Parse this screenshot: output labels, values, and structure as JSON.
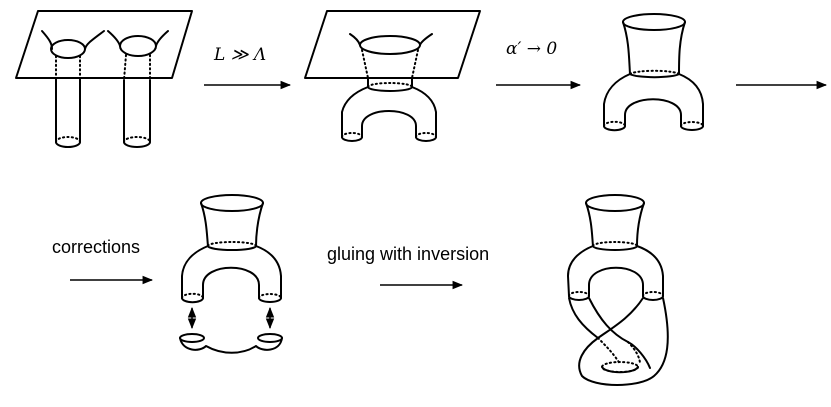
{
  "labels": {
    "arrow1": "L ≫ Λ",
    "arrow2": "α′ → 0",
    "arrow4": "corrections",
    "arrow5": "gluing with inversion"
  }
}
